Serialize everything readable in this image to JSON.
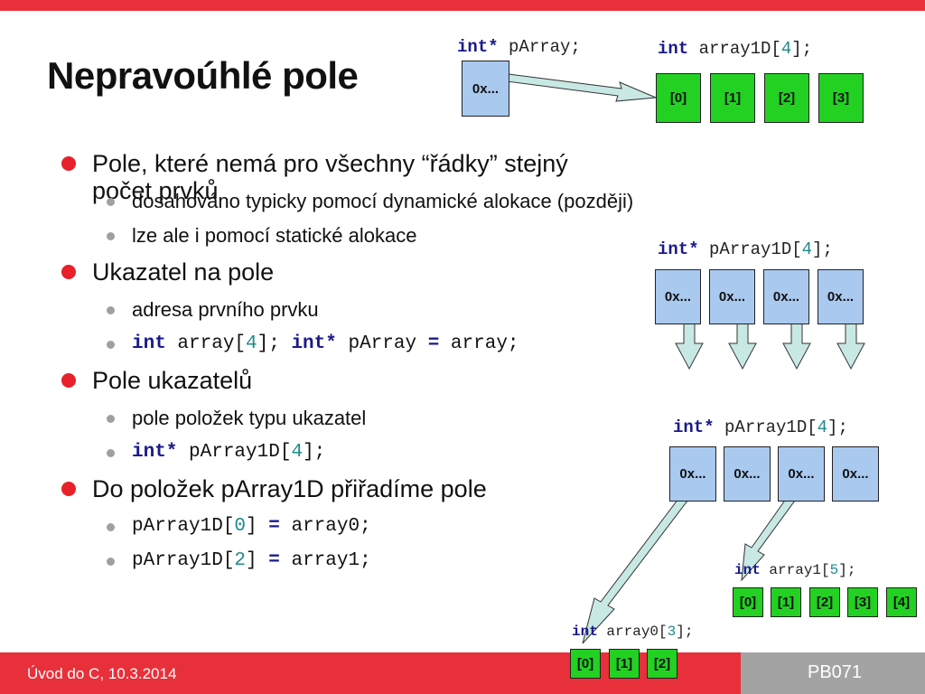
{
  "title": "Nepravoúhlé pole",
  "bullets": {
    "b1": "Pole, které nemá pro všechny “řádky” stejný počet prvků",
    "b1_sub1": "dosahováno typicky pomocí dynamické alokace (později)",
    "b1_sub2": "lze ale i pomocí statické alokace",
    "b2": "Ukazatel na pole",
    "b2_sub1": "adresa prvního prvku",
    "b2_sub2_code": {
      "kw1": "int",
      "a": " array[",
      "n": "4",
      "b": "]; ",
      "kw2": "int*",
      "c": " pArray ",
      "eq": "=",
      "d": " array;"
    },
    "b3": "Pole ukazatelů",
    "b3_sub1": "pole položek typu ukazatel",
    "b3_sub2_code": {
      "kw": "int*",
      "a": " pArray1D[",
      "n": "4",
      "b": "];"
    },
    "b4": "Do položek pArray1D přiřadíme pole",
    "b4_sub1_code": {
      "a": "pArray1D[",
      "n": "0",
      "b": "] ",
      "eq": "=",
      "c": " array0;"
    },
    "b4_sub2_code": {
      "a": "pArray1D[",
      "n": "2",
      "b": "] ",
      "eq": "=",
      "c": " array1;"
    }
  },
  "diagram": {
    "d1": {
      "ptr_label": {
        "kw": "int*",
        "name": " pArray;"
      },
      "ptr_value": "0x...",
      "arr_label": {
        "kw": "int",
        "name": " array1D[",
        "n": "4",
        "end": "];"
      },
      "cells": [
        "[0]",
        "[1]",
        "[2]",
        "[3]"
      ]
    },
    "d2": {
      "label": {
        "kw": "int*",
        "name": " pArray1D[",
        "n": "4",
        "end": "];"
      },
      "ptrs": [
        "0x...",
        "0x...",
        "0x...",
        "0x..."
      ]
    },
    "d3": {
      "label": {
        "kw": "int*",
        "name": " pArray1D[",
        "n": "4",
        "end": "];"
      },
      "ptrs": [
        "0x...",
        "0x...",
        "0x...",
        "0x..."
      ],
      "array1_label": {
        "kw": "int",
        "name": " array1[",
        "n": "5",
        "end": "];"
      },
      "array1_cells": [
        "[0]",
        "[1]",
        "[2]",
        "[3]",
        "[4]"
      ],
      "array0_label": {
        "kw": "int",
        "name": " array0[",
        "n": "3",
        "end": "];"
      },
      "array0_cells": [
        "[0]",
        "[1]",
        "[2]"
      ]
    }
  },
  "footer": {
    "left": "Úvod do C, 10.3.2014",
    "right": "PB071"
  },
  "colors": {
    "accent_red": "#e8303a",
    "keyword_blue": "#1a1a8c",
    "number_teal": "#1f8a8a",
    "pointer_blue": "#a9c9ef",
    "cell_green": "#22d122",
    "arrow_fill": "#c8e8e4"
  }
}
